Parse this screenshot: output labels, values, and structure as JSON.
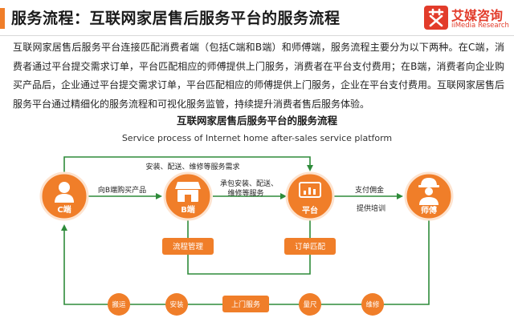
{
  "header": {
    "title": "服务流程：互联网家居售后服务平台的服务流程",
    "logo_cn": "艾媒咨询",
    "logo_en": "iiMedia Research",
    "brand_color": "#e23b2a",
    "accent_color": "#f07e29"
  },
  "intro": {
    "paragraph": "互联网家居售后服务平台连接匹配消费者端（包括C端和B端）和师傅端，服务流程主要分为以下两种。在C端，消费者通过平台提交需求订单，平台匹配相应的师傅提供上门服务，消费者在平台支付费用；在B端，消费者向企业购买产品后，企业通过平台提交需求订单，平台匹配相应的师傅提供上门服务，企业在平台支付费用。互联网家居售后服务平台通过精细化的服务流程和可视化服务监管，持续提升消费者售后服务体验。"
  },
  "diagram": {
    "title_cn": "互联网家居售后服务平台的服务流程",
    "title_en": "Service process of Internet home after-sales service platform",
    "node_color": "#f07e29",
    "flow_color": "#2e8b3a",
    "nodes": {
      "c_end": "C端",
      "b_end": "B端",
      "platform": "平台",
      "master": "师傅"
    },
    "edges": {
      "c_to_platform": "安装、配送、维修等服务需求",
      "c_to_b": "向B端购买产品",
      "b_to_platform_1": "承包安装、配送、",
      "b_to_platform_2": "维修等服务",
      "platform_to_master_1": "支付佣金",
      "platform_to_master_2": "提供培训"
    },
    "badges": {
      "process_mgmt": "流程管理",
      "order_match": "订单匹配"
    },
    "steps": [
      "搬运",
      "安装",
      "上门服务",
      "量尺",
      "维修"
    ]
  }
}
